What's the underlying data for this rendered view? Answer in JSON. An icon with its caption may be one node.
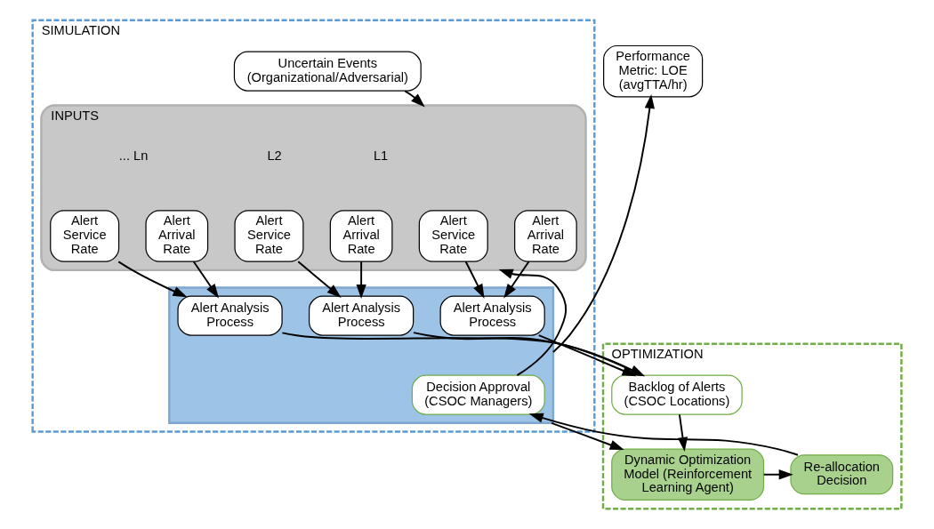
{
  "diagram": {
    "nodes": [
      {
        "text": [
          "SIMULATION"
        ]
      },
      {
        "text": [
          "Uncertain Events (Organizational/Adversarial)"
        ],
        "in": 0
      },
      {
        "text": [
          "INPUTS"
        ],
        "in": 0
      },
      {
        "text": [],
        "shape": "box",
        "in": 0
      },
      {
        "text": [
          "Alert Service Rate"
        ],
        "in": 2
      },
      {
        "text": [
          "Alert Arrival Rate"
        ],
        "in": 2
      },
      {
        "text": [
          "Alert Service Rate"
        ],
        "in": 2
      },
      {
        "text": [
          "Alert Arrival Rate"
        ],
        "in": 2
      },
      {
        "text": [
          "Alert Service Rate"
        ],
        "in": 2
      },
      {
        "text": [
          "Alert Arrival Rate"
        ],
        "in": 2
      },
      {
        "text": [
          "Alert Analysis Process"
        ],
        "in": 3
      },
      {
        "text": [
          "Alert Analysis Process"
        ],
        "in": 3
      },
      {
        "text": [
          "Alert Analysis Process"
        ],
        "in": 3
      },
      {
        "text": [
          "Decision Approval (CSOC Managers)"
        ],
        "in": 3
      },
      {
        "text": [
          "Performance Metric: LOE (avgTTA/hr)"
        ]
      },
      {
        "text": [
          "OPTIMIZATION"
        ]
      },
      {
        "text": [
          "Backlog of Alerts (CSOC Locations)"
        ],
        "in": 15
      },
      {
        "text": [
          "Re-allocation Decision"
        ],
        "in": 15
      },
      {
        "text": [
          "Dynamic Optimization Model (Reinforcement Learning Agent)"
        ],
        "in": 15
      }
    ],
    "edges": [
      {
        "from": 1,
        "to": 2,
        "arrow": "to"
      },
      {
        "from": 4,
        "to": 10,
        "arrow": "to"
      },
      {
        "from": 5,
        "to": 10,
        "arrow": "to"
      },
      {
        "from": 6,
        "to": 11,
        "arrow": "to"
      },
      {
        "from": 7,
        "to": 11,
        "arrow": "to"
      },
      {
        "from": 8,
        "to": 12,
        "arrow": "to"
      },
      {
        "from": 9,
        "to": 12,
        "arrow": "to"
      },
      {
        "from": 10,
        "to": 16,
        "arrow": "to"
      },
      {
        "from": 11,
        "to": 16,
        "arrow": "to"
      },
      {
        "from": 12,
        "to": 16,
        "arrow": "to"
      },
      {
        "from": 13,
        "to": 2,
        "arrow": "to"
      },
      {
        "from": 3,
        "to": 14,
        "arrow": "to"
      },
      {
        "from": 3,
        "to": 18,
        "arrow": "to"
      },
      {
        "from": 16,
        "to": 18,
        "arrow": "to"
      },
      {
        "from": 18,
        "to": 17,
        "arrow": "to"
      },
      {
        "from": 17,
        "to": 13,
        "arrow": "to"
      }
    ],
    "labels": [
      "L1",
      "L2",
      "... Ln"
    ]
  }
}
